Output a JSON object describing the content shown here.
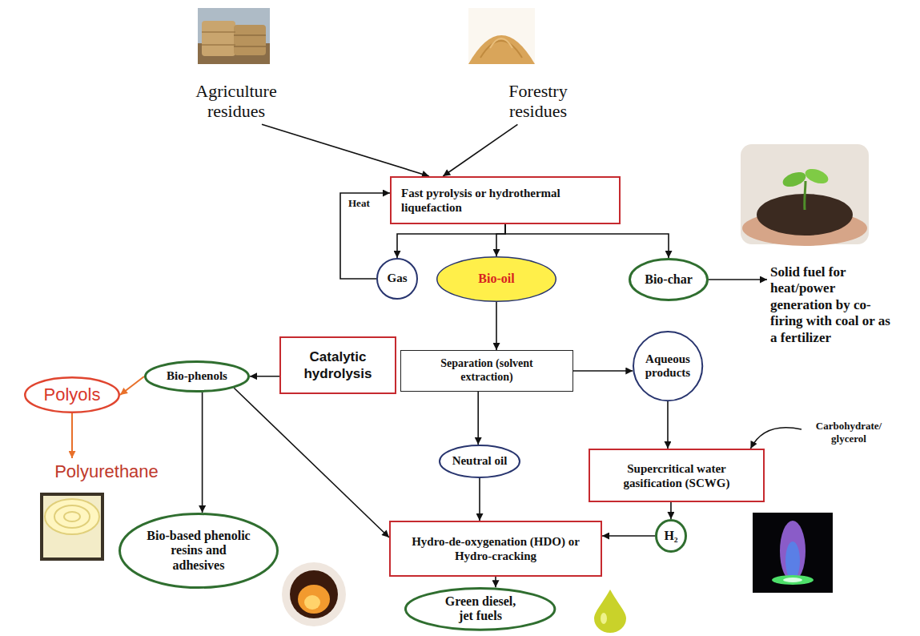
{
  "diagram": {
    "nodes": [
      {
        "text": [
          "Agriculture residues"
        ]
      },
      {
        "text": [
          "Forestry residues"
        ]
      },
      {
        "text": [
          "Fast pyrolysis or hydrothermal liquefaction"
        ]
      },
      {
        "text": [
          "Gas"
        ]
      },
      {
        "text": [
          "Bio-oil"
        ]
      },
      {
        "text": [
          "Bio-char"
        ]
      },
      {
        "text": [
          "Solid fuel for heat/power generation by co-firing with coal or as a fertilizer"
        ]
      },
      {
        "text": [
          "Catalytic hydrolysis"
        ]
      },
      {
        "text": [
          "Bio-phenols"
        ]
      },
      {
        "text": [
          "Separation (solvent extraction)"
        ]
      },
      {
        "text": [
          "Aqueous products"
        ]
      },
      {
        "text": [
          "Polyols"
        ]
      },
      {
        "text": [
          "Polyurethane"
        ]
      },
      {
        "text": [
          "Neutral oil"
        ]
      },
      {
        "text": [
          "Carbohydrate/ glycerol"
        ]
      },
      {
        "text": [
          "Supercritical water gasification (SCWG)"
        ]
      },
      {
        "text": [
          "Bio-based phenolic resins and adhesives"
        ]
      },
      {
        "text": [
          "Hydro-de-oxygenation (HDO) or Hydro-cracking"
        ]
      },
      {
        "text": [
          "H₂"
        ]
      },
      {
        "text": [
          "Green diesel, jet fuels"
        ]
      }
    ],
    "edges": [
      {
        "from": 0,
        "to": 2,
        "arrow": "to"
      },
      {
        "from": 1,
        "to": 2,
        "arrow": "to"
      },
      {
        "from": 2,
        "to": 3,
        "arrow": "to"
      },
      {
        "from": 2,
        "to": 4,
        "arrow": "to"
      },
      {
        "from": 2,
        "to": 5,
        "arrow": "to"
      },
      {
        "from": 3,
        "to": 2,
        "label": "Heat",
        "arrow": "to"
      },
      {
        "from": 5,
        "to": 6,
        "arrow": "to"
      },
      {
        "from": 4,
        "to": 9,
        "arrow": "to"
      },
      {
        "from": 7,
        "to": 8,
        "arrow": "to"
      },
      {
        "from": 9,
        "to": 10,
        "arrow": "to"
      },
      {
        "from": 9,
        "to": 13,
        "arrow": "to"
      },
      {
        "from": 8,
        "to": 11,
        "arrow": "to"
      },
      {
        "from": 11,
        "to": 12,
        "arrow": "to"
      },
      {
        "from": 8,
        "to": 16,
        "arrow": "to"
      },
      {
        "from": 8,
        "to": 17,
        "arrow": "to"
      },
      {
        "from": 13,
        "to": 17,
        "arrow": "to"
      },
      {
        "from": 10,
        "to": 15,
        "arrow": "to"
      },
      {
        "from": 14,
        "to": 15,
        "arrow": "to"
      },
      {
        "from": 15,
        "to": 18,
        "arrow": "to"
      },
      {
        "from": 18,
        "to": 17,
        "arrow": "to"
      },
      {
        "from": 17,
        "to": 19,
        "arrow": "to"
      }
    ]
  }
}
